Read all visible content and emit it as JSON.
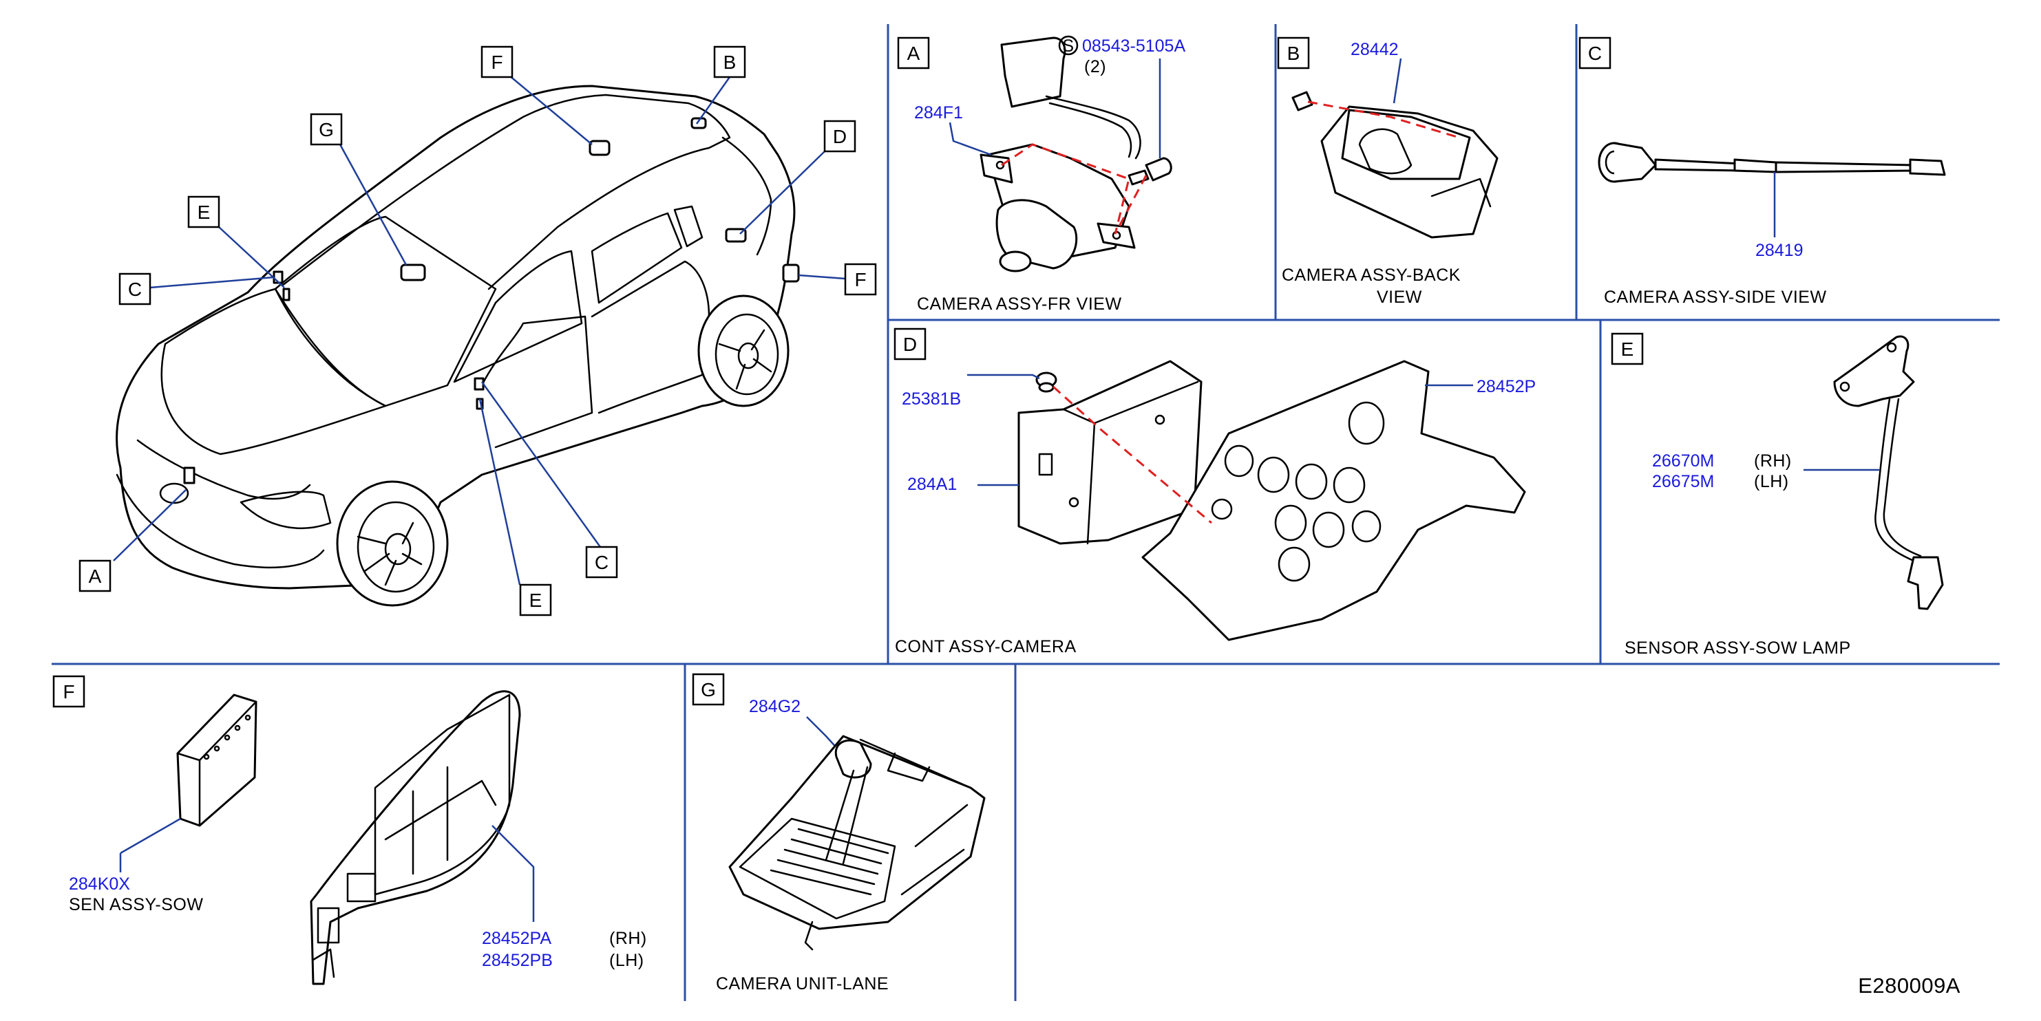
{
  "diagram_id": "E280009A",
  "overview": {
    "callouts": {
      "A": "A",
      "B": "B",
      "C1": "C",
      "C2": "C",
      "D": "D",
      "E1": "E",
      "E2": "E",
      "F1": "F",
      "F2": "F",
      "G": "G"
    }
  },
  "panels": {
    "A": {
      "tag": "A",
      "screw_symbol": "S",
      "screw_part": "08543-5105A",
      "screw_qty": "(2)",
      "part": "284F1",
      "caption": "CAMERA   ASSY-FR   VIEW"
    },
    "B": {
      "tag": "B",
      "part": "28442",
      "caption_line1": "CAMERA    ASSY-BACK",
      "caption_line2": "VIEW"
    },
    "C": {
      "tag": "C",
      "part": "28419",
      "caption": "CAMERA   ASSY-SIDE   VIEW"
    },
    "D": {
      "tag": "D",
      "part_clip": "25381B",
      "part_unit": "284A1",
      "part_bracket": "28452P",
      "caption": "CONT   ASSY-CAMERA"
    },
    "E": {
      "tag": "E",
      "part_rh": "26670M",
      "side_rh": "(RH)",
      "part_lh": "26675M",
      "side_lh": "(LH)",
      "caption": "SENSOR   ASSY-SOW   LAMP"
    },
    "F": {
      "tag": "F",
      "part_sensor": "284K0X",
      "sensor_caption": "SEN   ASSY-SOW",
      "part_rh": "28452PA",
      "side_rh": "(RH)",
      "part_lh": "28452PB",
      "side_lh": "(LH)"
    },
    "G": {
      "tag": "G",
      "part": "284G2",
      "caption": "CAMERA   UNIT-LANE"
    }
  },
  "colors": {
    "part_number": "#1a1adc",
    "leader": "#1f3f9a",
    "divider": "#2b4fa8",
    "assembly_line": "#e02020"
  }
}
